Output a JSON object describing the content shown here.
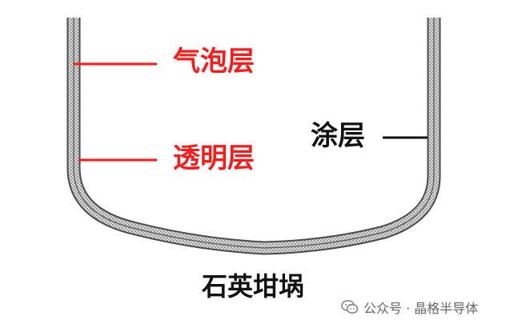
{
  "labels": {
    "bubble_layer": "气泡层",
    "transparent_layer": "透明层",
    "coating": "涂层",
    "crucible": "石英坩埚"
  },
  "watermark": {
    "text": "公众号 · 晶格半导体",
    "icon": "wechat-icon"
  },
  "colors": {
    "label_red": "#ff1a1a",
    "line_dark": "#111111",
    "wall_texture": "#7a7a7a",
    "watermark_gray": "#888888"
  }
}
